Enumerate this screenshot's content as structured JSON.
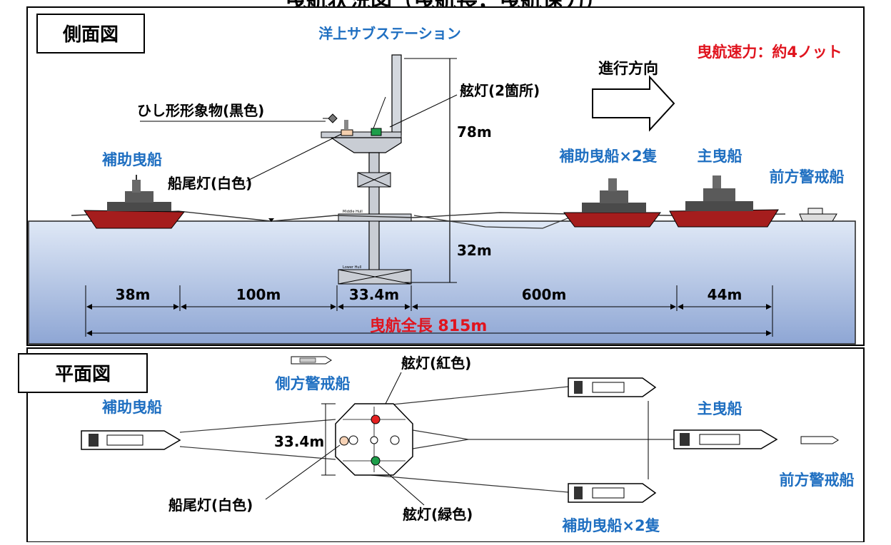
{
  "page_title": "曳航状況図（曳航長，曳航速力）",
  "side_view": {
    "box_label": "側面図",
    "substation_label": "洋上サブステーション",
    "speed_label": "曳航速力：約4ノット",
    "direction_label": "進行方向",
    "mast_light_label": "舷灯(2箇所)",
    "diamond_label": "ひし形形象物(黒色)",
    "stern_light_label": "船尾灯(白色)",
    "aux_tug_left": "補助曳船",
    "aux_tug_right": "補助曳船×2隻",
    "main_tug": "主曳船",
    "forward_guard": "前方警戒船",
    "height_above": "78m",
    "depth_below": "32m",
    "small_labels": [
      "Middle Hull",
      "Lower Hull"
    ],
    "dimensions": [
      "38m",
      "100m",
      "33.4m",
      "600m",
      "44m"
    ],
    "total_length": "曳航全長 815m"
  },
  "plan_view": {
    "box_label": "平面図",
    "side_guard": "側方警戒船",
    "red_light": "舷灯(紅色)",
    "aux_tug_left": "補助曳船",
    "width_dim": "33.4m",
    "main_tug": "主曳船",
    "forward_guard": "前方警戒船",
    "stern_light": "船尾灯(白色)",
    "green_light": "舷灯(緑色)",
    "aux_tug_right": "補助曳船×2隻"
  },
  "colors": {
    "blue_label": "#1f6fc1",
    "red_label": "#e0141e",
    "sea_top": "#dde6f6",
    "sea_bottom": "#8ea6d4",
    "hull_red": "#a51d1d",
    "structure_gray": "#c9cdd4",
    "red_light": "#e52222",
    "green_light": "#1e9e4a",
    "white_light": "#f6d2b5"
  }
}
